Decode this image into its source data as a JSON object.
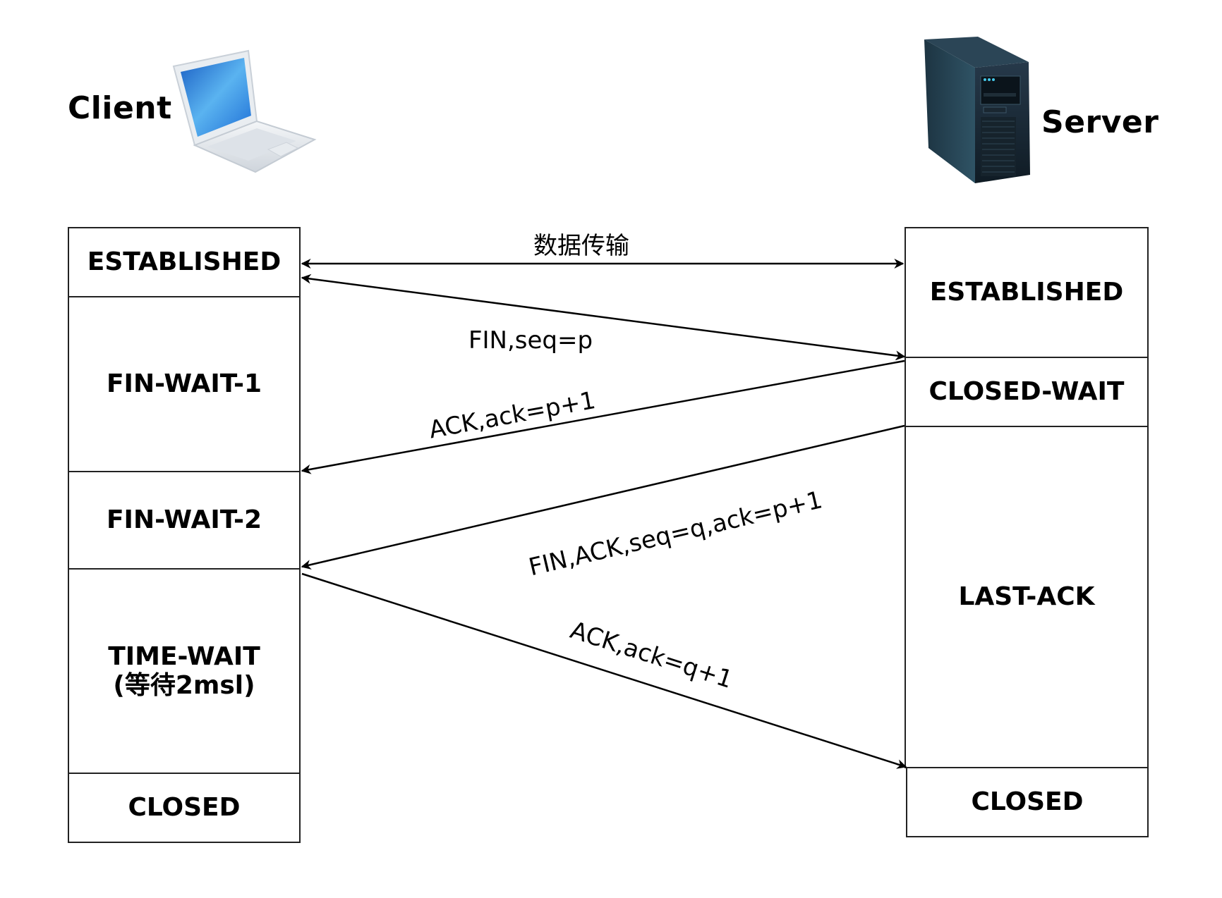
{
  "hosts": {
    "client": {
      "label": "Client",
      "icon": "laptop-icon"
    },
    "server": {
      "label": "Server",
      "icon": "server-tower-icon"
    }
  },
  "client_states": [
    {
      "id": "established",
      "label": "ESTABLISHED"
    },
    {
      "id": "fin-wait-1",
      "label": "FIN-WAIT-1"
    },
    {
      "id": "fin-wait-2",
      "label": "FIN-WAIT-2"
    },
    {
      "id": "time-wait",
      "label": "TIME-WAIT",
      "sublabel": "(等待2msl)"
    },
    {
      "id": "closed",
      "label": "CLOSED"
    }
  ],
  "server_states": [
    {
      "id": "established",
      "label": "ESTABLISHED"
    },
    {
      "id": "closed-wait",
      "label": "CLOSED-WAIT"
    },
    {
      "id": "last-ack",
      "label": "LAST-ACK"
    },
    {
      "id": "closed",
      "label": "CLOSED"
    }
  ],
  "messages": [
    {
      "id": "data-transfer",
      "label": "数据传输",
      "from": "both",
      "direction": "bidirectional"
    },
    {
      "id": "fin",
      "label": "FIN,seq=p",
      "from": "client",
      "to": "server"
    },
    {
      "id": "ack1",
      "label": "ACK,ack=p+1",
      "from": "server",
      "to": "client"
    },
    {
      "id": "fin-ack",
      "label": "FIN,ACK,seq=q,ack=p+1",
      "from": "server",
      "to": "client"
    },
    {
      "id": "ack2",
      "label": "ACK,ack=q+1",
      "from": "client",
      "to": "server"
    }
  ],
  "colors": {
    "line": "#000000",
    "box_border": "#222222",
    "background": "#ffffff"
  }
}
